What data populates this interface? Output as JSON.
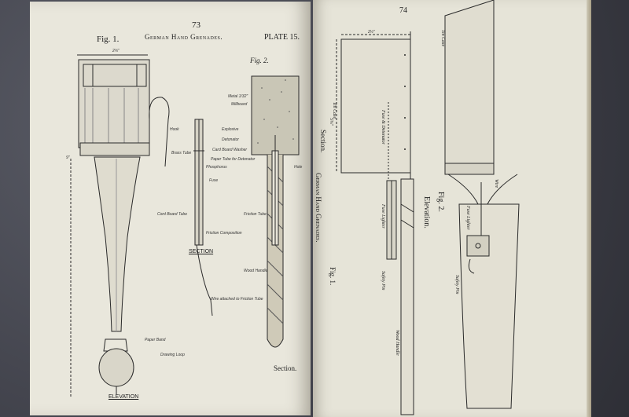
{
  "left_page": {
    "page_number": "73",
    "fig1_label": "Fig. 1.",
    "title": "German Hand Grenades.",
    "plate": "PLATE 15.",
    "fig2_label": "Fig. 2.",
    "dimensions": {
      "top_width": "2¾\"",
      "side": "9\""
    },
    "labels": {
      "hook": "Hook",
      "brass_tube": "Brass Tube",
      "explosive": "Explosive",
      "detonator": "Detonator",
      "card_board_washer": "Card Board Washer",
      "paper_tube_for_detonator": "Paper Tube for Detonator",
      "phosphorus": "Phosphorus",
      "fuse": "Fuse",
      "cardboard_tube": "Cord Board Tube",
      "friction_tube": "Friction Tube",
      "friction_composition": "Friction Composition",
      "section_small": "SECTION",
      "wood_handle": "Wood Handle",
      "wire_attached": "Wire attached to Friction Tube",
      "paper_band": "Paper Band",
      "drawing_loop": "Drawing Loop",
      "elevation": "ELEVATION",
      "section": "Section.",
      "metal": "Metal 1/32\"",
      "millboard": "Millboard",
      "hole": "Hole"
    }
  },
  "right_page": {
    "page_number": "74",
    "header_vertical": "German Hand Grenades.",
    "fig1": "Fig. 1.",
    "section": "Section.",
    "elevation": "Elevation.",
    "fig2": "Fig. 2.",
    "labels": {
      "tin_case": "Tin Case",
      "fuse_detonator": "Fuse & Detonator",
      "fuse_lighter": "Fuse Lighter",
      "safety_pin": "Safety Pin",
      "wood_handle": "Wood Handle",
      "wire": "Wire",
      "dim_top": "2½\"",
      "dim_side": "5⅝\""
    }
  }
}
